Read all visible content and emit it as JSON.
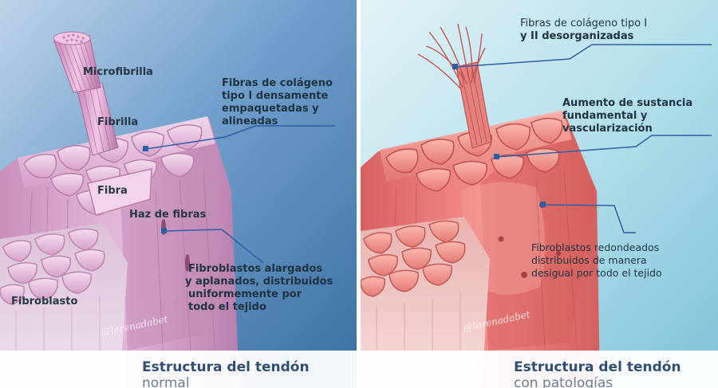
{
  "left": {
    "labels": {
      "microfibrilla": "Microfibrilla",
      "fibrilla": "Fibrilla",
      "fibra": "Fibra",
      "haz": "Haz de fibras",
      "fibroblasto": "Fibroblasto",
      "colageno": [
        "Fibras de colágeno",
        "tipo I densamente",
        "empaquetadas y",
        "alineadas"
      ],
      "fibroblastos": [
        "Fibroblastos alargados",
        "y aplanados, distribuidos",
        "uniformemente por",
        "todo el tejido"
      ]
    },
    "caption": {
      "line1": "Estructura del tendón",
      "line2": "normal"
    },
    "colors": {
      "background": "#5d93c0",
      "tissue": "#d9a5ce",
      "callout": "#2e5ea4"
    }
  },
  "right": {
    "labels": {
      "colageno": [
        "Fibras de colágeno tipo I",
        "y II desorganizadas"
      ],
      "sustancia": [
        "Aumento de sustancia",
        "fundamental y",
        "vascularización"
      ],
      "fibroblastos": [
        "Fibroblastos redondeados",
        "distribuidos de manera",
        "desigual por todo el tejido"
      ]
    },
    "caption": {
      "line1": "Estructura del tendón",
      "line2": "con patologías"
    },
    "colors": {
      "background": "#a4d7e6",
      "tissue": "#ec7674",
      "callout": "#2e5ea4"
    }
  },
  "watermark": "@lorenadabet"
}
